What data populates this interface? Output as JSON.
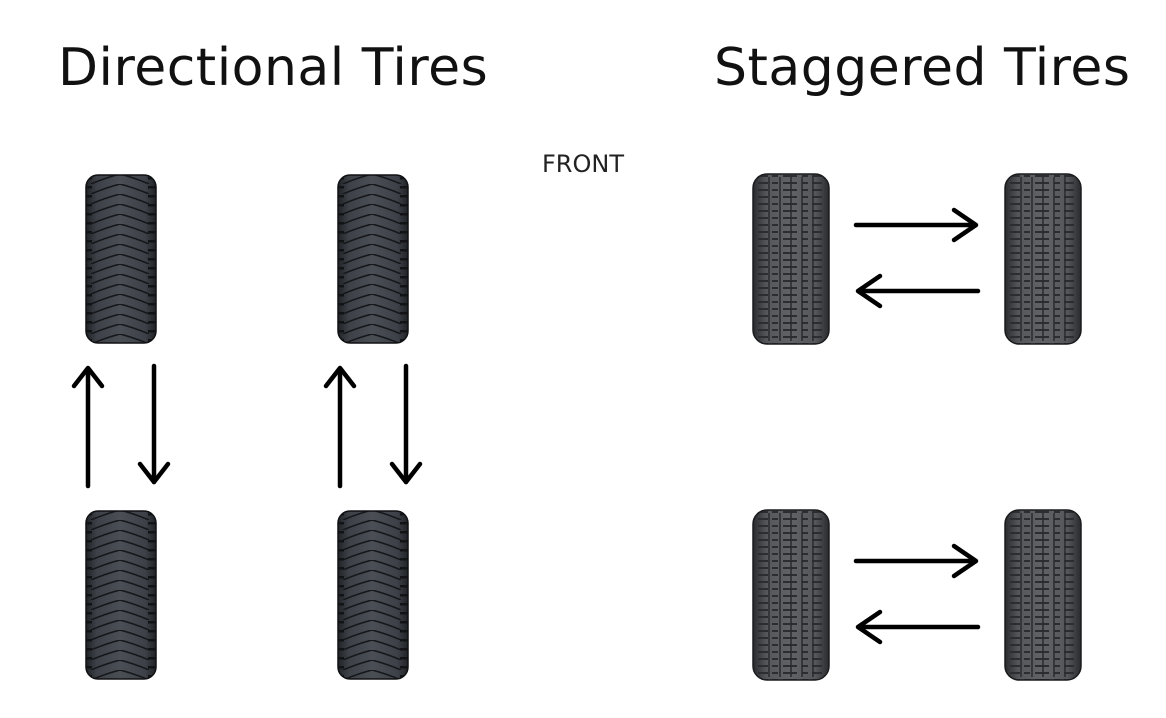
{
  "titles": {
    "directional": "Directional Tires",
    "staggered": "Staggered Tires"
  },
  "front_label": "FRONT",
  "colors": {
    "tire_directional": "#3a3d42",
    "tire_staggered": "#4a4b4e",
    "arrow": "#000000",
    "text": "#111111"
  },
  "icons": {
    "directional_tire": "directional-tire-icon",
    "staggered_tire": "staggered-tire-icon",
    "rotation_arrow": "arrow-icon"
  }
}
